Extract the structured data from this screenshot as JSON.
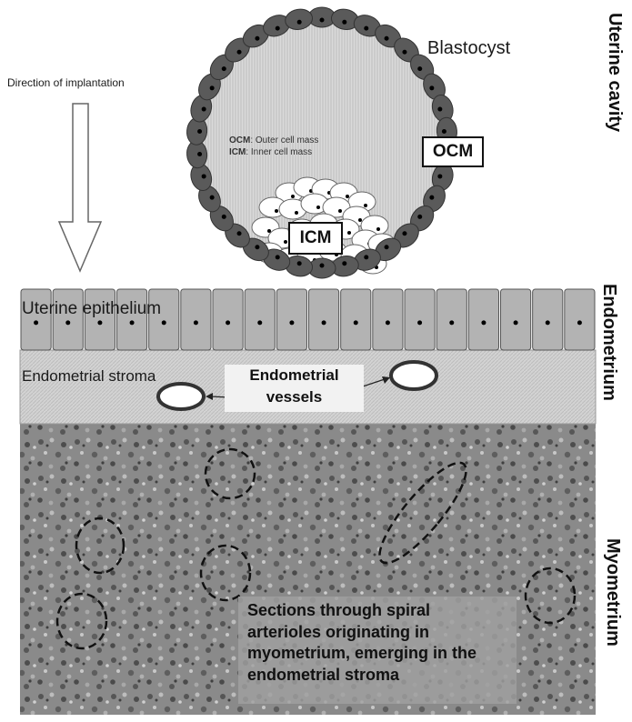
{
  "labels": {
    "direction": "Direction of implantation",
    "blastocyst": "Blastocyst",
    "ocm_abbr": "OCM",
    "ocm_full": "Outer cell mass",
    "icm_abbr": "ICM",
    "icm_full": "Inner cell mass",
    "ocm_box": "OCM",
    "icm_box": "ICM",
    "uterine_epithelium": "Uterine epithelium",
    "endometrial_stroma": "Endometrial stroma",
    "endometrial_vessels": "Endometrial vessels",
    "arterioles_caption": "Sections through spiral arterioles originating in myometrium, emerging in the endometrial stroma"
  },
  "side_labels": {
    "uterine_cavity": "Uterine cavity",
    "endometrium": "Endometrium",
    "myometrium": "Myometrium"
  },
  "colors": {
    "outer_cell": "#5a5a5a",
    "epithelial_cell": "#b3b3b3",
    "stroma": "#dcdcdc",
    "myometrium_tissue": "#8c8c8c"
  }
}
